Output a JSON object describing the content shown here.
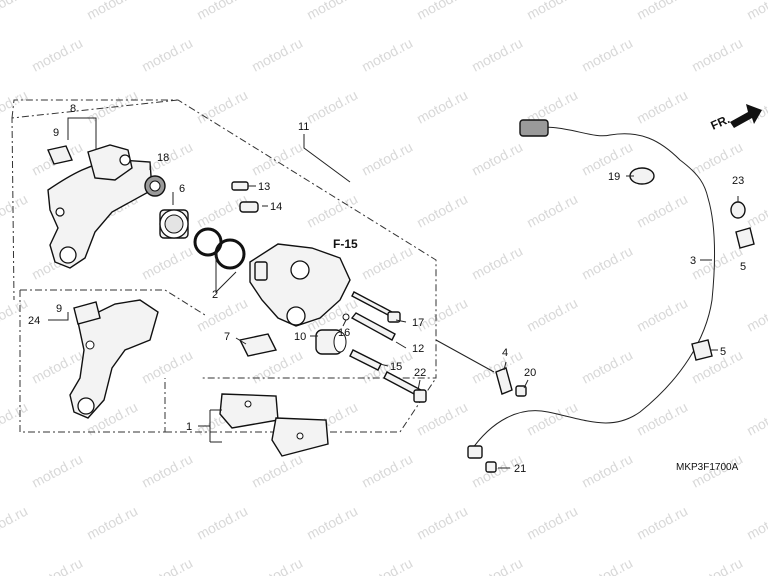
{
  "diagram": {
    "callouts": {
      "c1": "1",
      "c2": "2",
      "c3": "3",
      "c4": "4",
      "c5a": "5",
      "c5b": "5",
      "c6": "6",
      "c7": "7",
      "c8": "8",
      "c9a": "9",
      "c9b": "9",
      "c10": "10",
      "c11": "11",
      "c12": "12",
      "c13": "13",
      "c14": "14",
      "c15": "15",
      "c16": "16",
      "c17": "17",
      "c18": "18",
      "c19": "19",
      "c20": "20",
      "c21": "21",
      "c22": "22",
      "c23": "23",
      "c24": "24"
    },
    "ref_label": "F-15",
    "direction_label": "FR.",
    "code": "MKP3F1700A",
    "watermark": "motod.ru"
  }
}
